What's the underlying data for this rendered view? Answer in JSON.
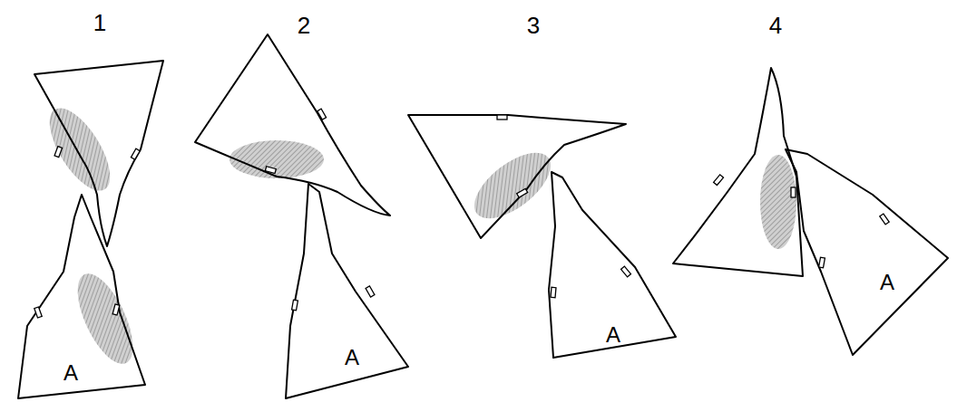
{
  "diagram": {
    "nodes": [
      {
        "text": [
          "A"
        ]
      },
      {
        "text": [
          "A"
        ]
      },
      {
        "text": [
          "A"
        ]
      },
      {
        "text": [
          "A"
        ]
      }
    ],
    "labels": [
      "1",
      "2",
      "3",
      "4"
    ]
  }
}
